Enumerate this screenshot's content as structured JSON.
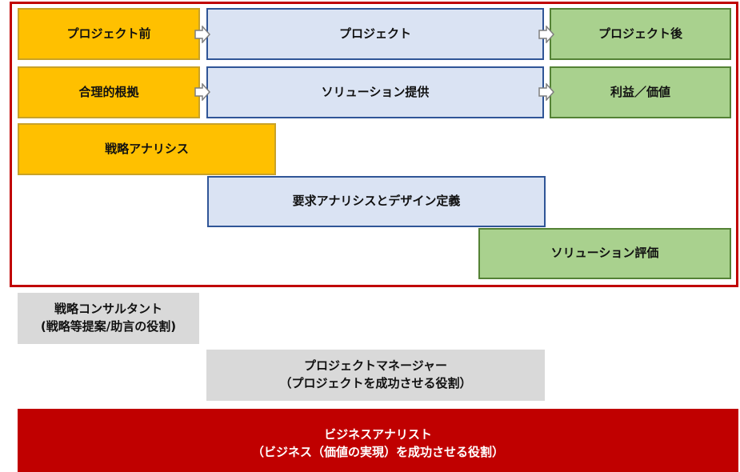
{
  "phases": {
    "before": "プロジェクト前",
    "project": "プロジェクト",
    "after": "プロジェクト後"
  },
  "outputs": {
    "rationale": "合理的根拠",
    "solution": "ソリューション提供",
    "benefit": "利益／価値"
  },
  "activities": {
    "strategy": "戦略アナリシス",
    "requirements": "要求アナリシスとデザイン定義",
    "evaluation": "ソリューション評価"
  },
  "roles": {
    "consultant": {
      "title": "戦略コンサルタント",
      "desc": "(戦略等提案/助言の役割)"
    },
    "pm": {
      "title": "プロジェクトマネージャー",
      "desc": "（プロジェクトを成功させる役割）"
    },
    "ba": {
      "title": "ビジネスアナリスト",
      "desc": "（ビジネス（価値の実現）を成功させる役割）"
    }
  },
  "colors": {
    "frame": "#C00000",
    "yellow": "#FFC000",
    "blue": "#DAE3F3",
    "green": "#A9D18E",
    "gray": "#D9D9D9"
  }
}
